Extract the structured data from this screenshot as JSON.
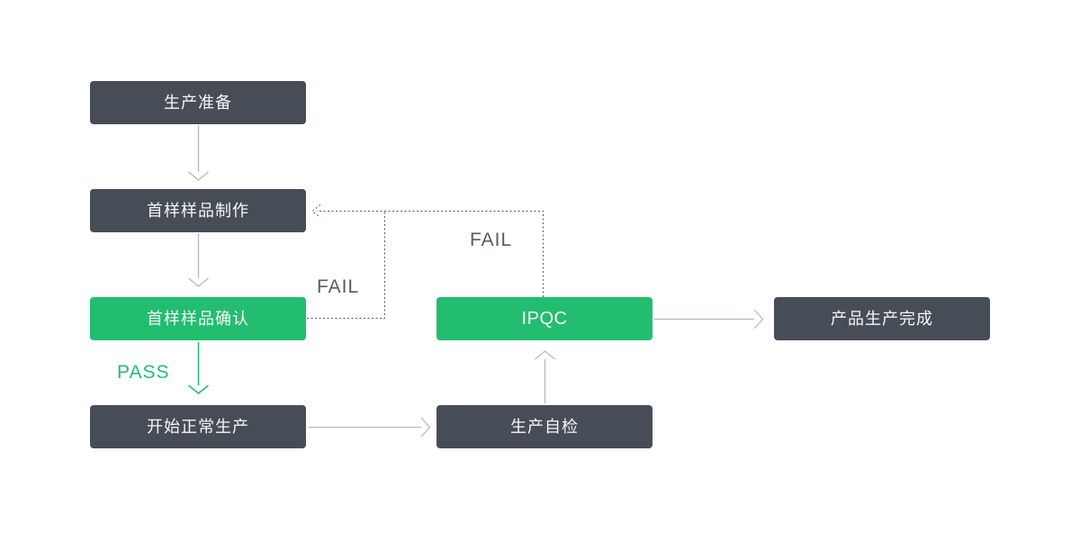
{
  "diagram": {
    "type": "flowchart",
    "nodes": [
      {
        "id": "production-prep",
        "label": "生产准备",
        "variant": "dark"
      },
      {
        "id": "first-sample-making",
        "label": "首样样品制作",
        "variant": "dark"
      },
      {
        "id": "first-sample-confirm",
        "label": "首样样品确认",
        "variant": "green"
      },
      {
        "id": "start-normal-production",
        "label": "开始正常生产",
        "variant": "dark"
      },
      {
        "id": "production-self-check",
        "label": "生产自检",
        "variant": "dark"
      },
      {
        "id": "ipqc",
        "label": "IPQC",
        "variant": "green"
      },
      {
        "id": "production-complete",
        "label": "产品生产完成",
        "variant": "dark"
      }
    ],
    "edges": [
      {
        "from": "production-prep",
        "to": "first-sample-making",
        "style": "solid-gray",
        "label": ""
      },
      {
        "from": "first-sample-making",
        "to": "first-sample-confirm",
        "style": "solid-gray",
        "label": ""
      },
      {
        "from": "first-sample-confirm",
        "to": "start-normal-production",
        "style": "solid-green",
        "label": "PASS"
      },
      {
        "from": "start-normal-production",
        "to": "production-self-check",
        "style": "solid-gray",
        "label": ""
      },
      {
        "from": "production-self-check",
        "to": "ipqc",
        "style": "solid-gray",
        "label": ""
      },
      {
        "from": "ipqc",
        "to": "production-complete",
        "style": "solid-gray",
        "label": ""
      },
      {
        "from": "first-sample-confirm",
        "to": "first-sample-making",
        "style": "dotted",
        "label": "FAIL"
      },
      {
        "from": "ipqc",
        "to": "first-sample-making",
        "style": "dotted",
        "label": "FAIL"
      }
    ],
    "colors": {
      "node_dark": "#474d57",
      "node_green": "#23bd70",
      "node_text": "#f4f6f7",
      "arrow_gray": "#b6bac0",
      "arrow_green": "#23bd70",
      "dotted_gray": "#565c66",
      "fail_text": "#565c66",
      "pass_text": "#23bd70",
      "background": "#ffffff"
    }
  }
}
